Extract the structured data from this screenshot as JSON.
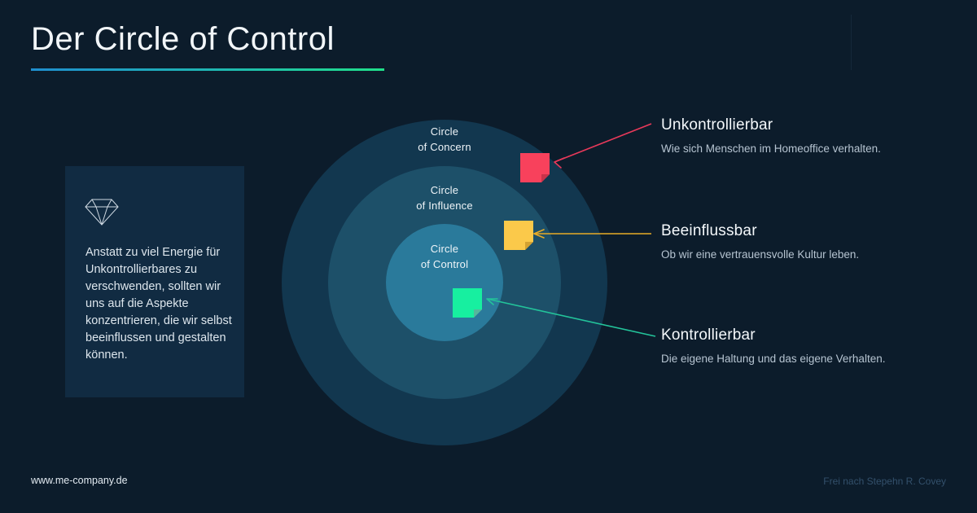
{
  "header": {
    "title": "Der Circle of Control",
    "rule_gradient": [
      "#1f8ecf",
      "#1fb9b0",
      "#20e08a"
    ]
  },
  "info_card": {
    "icon": "diamond-gem-icon",
    "text": "Anstatt zu viel Energie für Unkontrollierbares zu verschwenden, sollten wir uns auf die Aspekte konzentrieren, die wir selbst beeinflussen und gestalten können.",
    "background": "#112b42"
  },
  "diagram": {
    "circles": [
      {
        "key": "concern",
        "label_line1": "Circle",
        "label_line2": "of Concern",
        "color": "#12374f"
      },
      {
        "key": "influence",
        "label_line1": "Circle",
        "label_line2": "of Influence",
        "color": "#1d5069"
      },
      {
        "key": "control",
        "label_line1": "Circle",
        "label_line2": "of Control",
        "color": "#2a7a9b"
      }
    ],
    "notes": [
      {
        "key": "red",
        "name": "sticky-note-uncontrollable",
        "color": "#f8415c",
        "fold": "#c9334a"
      },
      {
        "key": "yellow",
        "name": "sticky-note-influenceable",
        "color": "#fbc94a",
        "fold": "#d4a231"
      },
      {
        "key": "green",
        "name": "sticky-note-controllable",
        "color": "#17efa0",
        "fold": "#54b99c"
      }
    ]
  },
  "annotations": [
    {
      "key": "uncontrollable",
      "title": "Unkontrollierbar",
      "description": "Wie sich Menschen im Homeoffice verhalten.",
      "accent": "#e8395a"
    },
    {
      "key": "influenceable",
      "title": "Beeinflussbar",
      "description": "Ob wir eine vertrauensvolle Kultur leben.",
      "accent": "#e8ab26"
    },
    {
      "key": "controllable",
      "title": "Kontrollierbar",
      "description": "Die eigene Haltung und das eigene Verhalten.",
      "accent": "#23c39a"
    }
  ],
  "footer": {
    "website": "www.me-company.de",
    "credit": "Frei nach Stepehn R. Covey"
  },
  "background": "#0c1c2b"
}
